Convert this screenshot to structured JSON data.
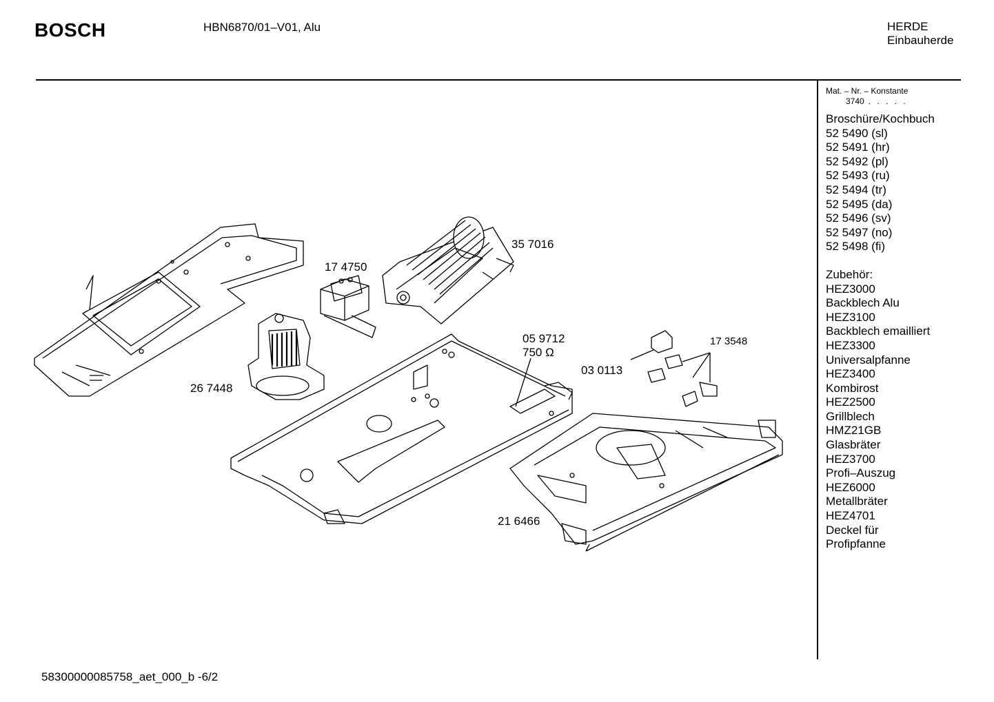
{
  "header": {
    "brand": "BOSCH",
    "model": "HBN6870/01–V01, Alu",
    "category": "HERDE",
    "subcategory": "Einbauherde"
  },
  "sidebar": {
    "mat_label": "Mat. – Nr. – Konstante",
    "constant": "3740",
    "brochure_title": "Broschüre/Kochbuch",
    "brochures": [
      "52 5490 (sl)",
      "52 5491 (hr)",
      "52 5492 (pl)",
      "52 5493 (ru)",
      "52 5494 (tr)",
      "52 5495 (da)",
      "52 5496 (sv)",
      "52 5497 (no)",
      "52 5498 (fi)"
    ],
    "accessories_title": "Zubehör:",
    "accessories": [
      "HEZ3000",
      "Backblech Alu",
      "HEZ3100",
      "Backblech emailliert",
      "HEZ3300",
      "Universalpfanne",
      "HEZ3400",
      "Kombirost",
      "HEZ2500",
      "Grillblech",
      "HMZ21GB",
      "Glasbräter",
      "HEZ3700",
      "Profi–Auszug",
      "HEZ6000",
      "Metallbräter",
      "HEZ4701",
      "Deckel für",
      "Profipfanne"
    ]
  },
  "parts": {
    "fan": "35 7016",
    "transformer": "17 4750",
    "resistor": "05 9712",
    "resistor_value": "750 Ω",
    "switch": "03  0113",
    "connectors": "17 3548",
    "blower": "26 7448",
    "tray": "21 6466"
  },
  "footer": {
    "doc_id": "58300000085758_aet_000_b  -6/2"
  }
}
